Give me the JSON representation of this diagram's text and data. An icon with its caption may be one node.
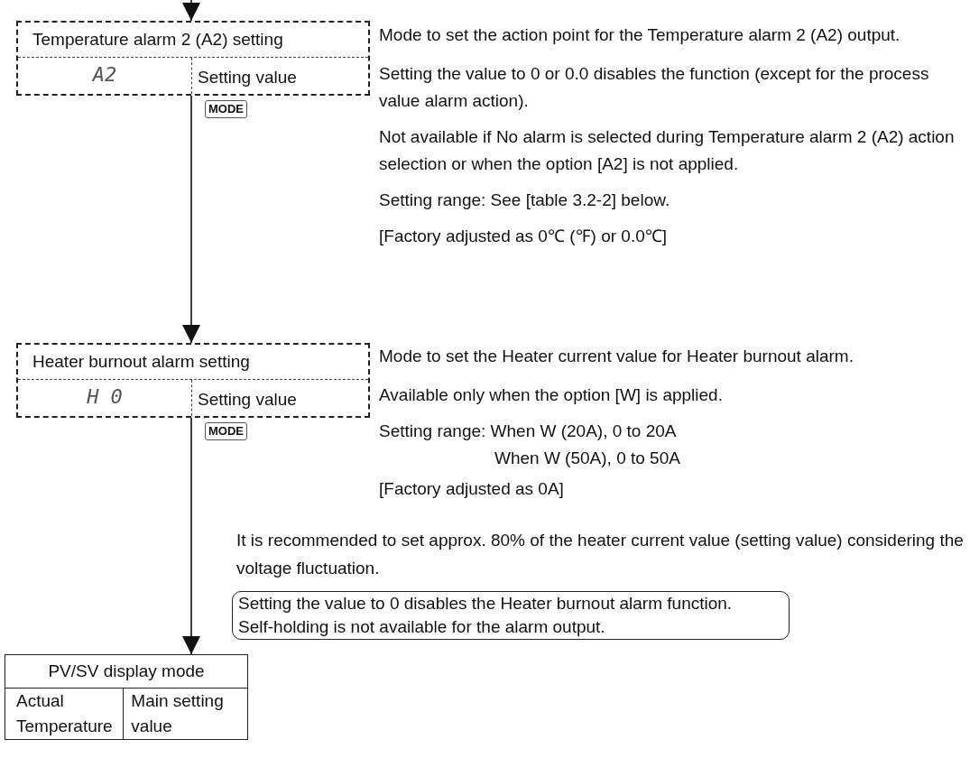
{
  "diagram": {
    "nodes": [
      {
        "text": [
          "Temperature alarm 2 (A2) setting",
          "A2",
          "Setting value"
        ],
        "beside": [
          "Mode to set the action point for the Temperature alarm 2 (A2) output.",
          "Setting the value to 0 or 0.0 disables the function (except for the process value alarm action).",
          "Not available if No alarm is selected during Temperature alarm 2 (A2) action selection or when the option [A2] is not applied.",
          "Setting range: See [table 3.2-2] below.",
          "[Factory adjusted as 0℃ (℉) or 0.0℃]"
        ]
      },
      {
        "text": [
          "Heater burnout alarm setting",
          "H 0",
          "Setting value"
        ],
        "beside": [
          "Mode to set the Heater current value for Heater burnout alarm.",
          "Available only when the option [W] is applied.",
          "Setting range: When W (20A), 0 to 20A When W (50A), 0 to 50A",
          "[Factory adjusted as 0A]"
        ]
      },
      {
        "text": [
          "Setting the value to 0 disables the Heater burnout alarm function.",
          "Self-holding is not available for the alarm output."
        ]
      },
      {
        "text": [
          "PV/SV display mode",
          "Actual Temperature",
          "Main setting value"
        ]
      }
    ],
    "labels": [
      "It is recommended to set approx. 80% of the heater current value (setting value) considering the voltage fluctuation."
    ],
    "edges": [
      {
        "from": null,
        "to": 0,
        "arrow": "to"
      },
      {
        "from": 0,
        "to": 1,
        "arrow": "to",
        "label": "MODE"
      },
      {
        "from": 1,
        "to": 3,
        "arrow": "to",
        "label": "MODE"
      }
    ]
  }
}
